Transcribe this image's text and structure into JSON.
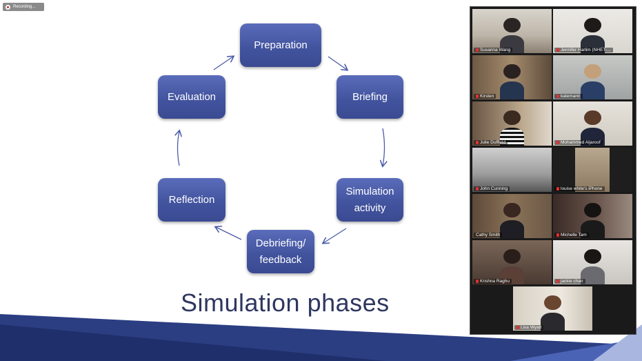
{
  "recording": {
    "label": "Recording..."
  },
  "slide": {
    "title": "Simulation phases",
    "phases": [
      {
        "id": "preparation",
        "label": "Preparation"
      },
      {
        "id": "briefing",
        "label": "Briefing"
      },
      {
        "id": "simulation",
        "label": "Simulation activity"
      },
      {
        "id": "debriefing",
        "label": "Debriefing/ feedback"
      },
      {
        "id": "reflection",
        "label": "Reflection"
      },
      {
        "id": "evaluation",
        "label": "Evaluation"
      }
    ],
    "accent": "#4a5aa8",
    "title_color": "#2e3760"
  },
  "gallery": {
    "participants": [
      {
        "name": "Susanna Wang",
        "muted": true
      },
      {
        "name": "Jennifer Harlim (NHET-...",
        "muted": true
      },
      {
        "name": "Kirsten",
        "muted": true
      },
      {
        "name": "katemann",
        "muted": true
      },
      {
        "name": "Julie Duffield",
        "muted": true
      },
      {
        "name": "Mohammed Aljaroof",
        "muted": true
      },
      {
        "name": "John Cunning",
        "muted": true
      },
      {
        "name": "louise white's iPhone",
        "muted": true
      },
      {
        "name": "Cathy Smith",
        "muted": false,
        "active": true
      },
      {
        "name": "Michelle Tam",
        "muted": true
      },
      {
        "name": "Krishna Raghu",
        "muted": true
      },
      {
        "name": "jackie chan",
        "muted": true
      },
      {
        "name": "Lisa Wyatt",
        "muted": true
      }
    ]
  }
}
